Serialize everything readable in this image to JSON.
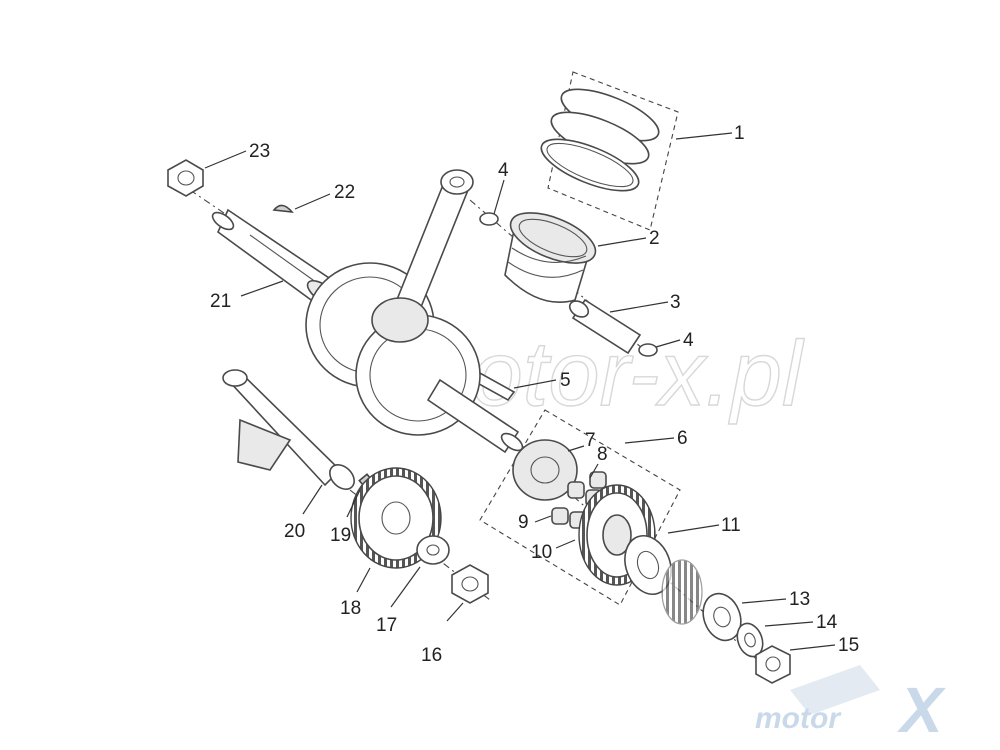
{
  "watermark": {
    "text": "motor-x.pl",
    "logo_text": "motor",
    "logo_mark": "X"
  },
  "parts": [
    {
      "id": "piston-rings",
      "label": "1"
    },
    {
      "id": "piston",
      "label": "2"
    },
    {
      "id": "piston-pin",
      "label": "3"
    },
    {
      "id": "circlip-upper",
      "label": "4"
    },
    {
      "id": "circlip-lower",
      "label": "4"
    },
    {
      "id": "key",
      "label": "5"
    },
    {
      "id": "drive-gear-assembly",
      "label": "6"
    },
    {
      "id": "gear-hub",
      "label": "7"
    },
    {
      "id": "spring-upper",
      "label": "8"
    },
    {
      "id": "spring-lower",
      "label": "9"
    },
    {
      "id": "driven-gear",
      "label": "10"
    },
    {
      "id": "washer",
      "label": "11"
    },
    {
      "id": "thick-washer",
      "label": "13"
    },
    {
      "id": "thin-washer",
      "label": "14"
    },
    {
      "id": "nut-right",
      "label": "15"
    },
    {
      "id": "nut-left",
      "label": "16"
    },
    {
      "id": "washer-left",
      "label": "17"
    },
    {
      "id": "balancer-gear",
      "label": "18"
    },
    {
      "id": "balancer-key",
      "label": "19"
    },
    {
      "id": "balancer-shaft",
      "label": "20"
    },
    {
      "id": "crankshaft",
      "label": "21"
    },
    {
      "id": "woodruff-key",
      "label": "22"
    },
    {
      "id": "nut-top",
      "label": "23"
    }
  ]
}
